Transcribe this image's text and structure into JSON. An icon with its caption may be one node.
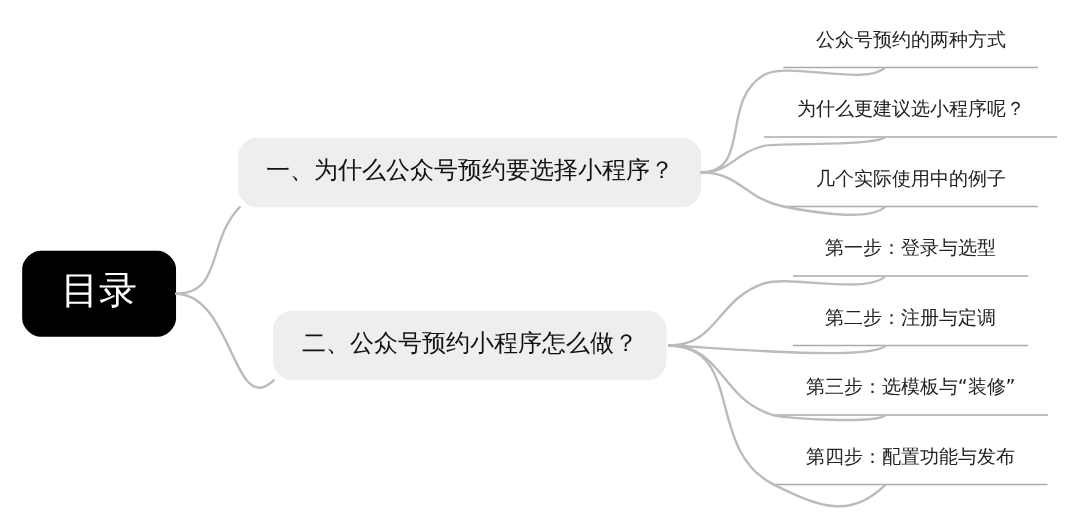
{
  "diagram": {
    "nodes": [
      {
        "text": [
          "目录"
        ]
      },
      {
        "text": [
          "一、为什么公众号预约要选择小程序？"
        ]
      },
      {
        "text": [
          "二、公众号预约小程序怎么做？"
        ]
      },
      {
        "text": [
          "公众号预约的两种方式"
        ]
      },
      {
        "text": [
          "为什么更建议选小程序呢？"
        ]
      },
      {
        "text": [
          "几个实际使用中的例子"
        ]
      },
      {
        "text": [
          "第一步：登录与选型"
        ]
      },
      {
        "text": [
          "第二步：注册与定调"
        ]
      },
      {
        "text": [
          "第三步：选模板与“装修”"
        ]
      },
      {
        "text": [
          "第四步：配置功能与发布"
        ]
      }
    ],
    "edges": [
      {
        "from": 0,
        "to": 1,
        "arrow": "none"
      },
      {
        "from": 0,
        "to": 2,
        "arrow": "none"
      },
      {
        "from": 1,
        "to": 3,
        "arrow": "none"
      },
      {
        "from": 1,
        "to": 4,
        "arrow": "none"
      },
      {
        "from": 1,
        "to": 5,
        "arrow": "none"
      },
      {
        "from": 2,
        "to": 6,
        "arrow": "none"
      },
      {
        "from": 2,
        "to": 7,
        "arrow": "none"
      },
      {
        "from": 2,
        "to": 8,
        "arrow": "none"
      },
      {
        "from": 2,
        "to": 9,
        "arrow": "none"
      }
    ]
  }
}
